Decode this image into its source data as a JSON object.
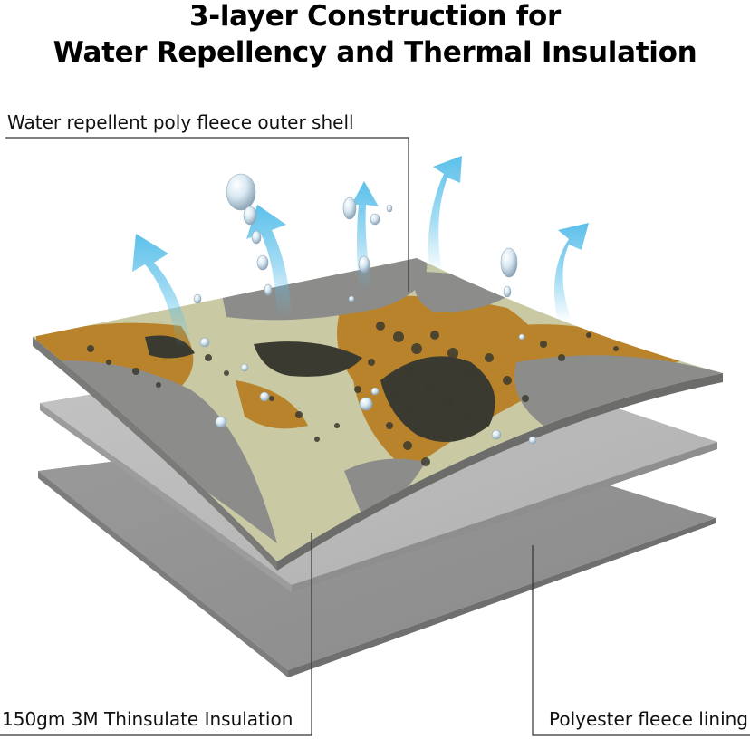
{
  "title": {
    "line1": "3-layer Construction for",
    "line2": "Water Repellency and Thermal Insulation"
  },
  "layers": {
    "outer": {
      "label": "Water repellent poly fleece outer shell",
      "color": "#8c8c8a"
    },
    "insulation": {
      "label": "150gm 3M Thinsulate Insulation",
      "color": "#bdbdbd"
    },
    "lining": {
      "label": "Polyester fleece lining",
      "color": "#999999"
    }
  },
  "colors": {
    "arrow": "#5cc0ea",
    "camo_tan": "#b8832a",
    "camo_cream": "#c9caa4",
    "camo_dark": "#3a3a30",
    "leader_line": "#333333"
  },
  "icons": [
    "upward-airflow-arrow-icon",
    "water-droplet-icon"
  ]
}
